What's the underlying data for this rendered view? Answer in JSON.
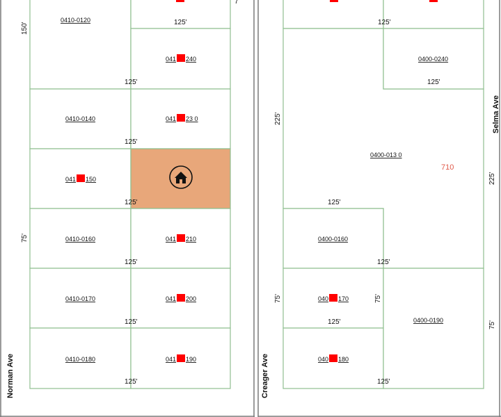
{
  "streets": {
    "norman": "Norman Ave",
    "creager": "Creager Ave",
    "selma": "Selma Ave"
  },
  "parcels_left": {
    "p120": "0410-0120",
    "p140": "0410-0140",
    "p160": "0410-0160",
    "p170": "0410-0170",
    "p180": "0410-0180",
    "p150_a": "041",
    "p150_b": "150",
    "p240_a": "041",
    "p240_b": "240",
    "p230_a": "041",
    "p230_b": "23 0",
    "p210_a": "041",
    "p210_b": "210",
    "p200_a": "041",
    "p200_b": "200",
    "p190_a": "041",
    "p190_b": "190"
  },
  "parcels_right": {
    "p240": "0400-0240",
    "p130": "0400-013 0",
    "p160": "0400-0160",
    "p190": "0400-0190",
    "p170_a": "040",
    "p170_b": "170",
    "p180_a": "040",
    "p180_b": "180"
  },
  "address": "710",
  "dims": {
    "d125": "125'",
    "d150": "150'",
    "d75": "75'",
    "d225": "225'",
    "d7": "7"
  },
  "colors": {
    "selected_parcel": "#e8a77a",
    "lot_line": "#8fbf8f",
    "marker": "#ff0000",
    "road": "#7a7a7a"
  },
  "icons": {
    "selected": "home-icon",
    "marker": "red-square-marker"
  }
}
